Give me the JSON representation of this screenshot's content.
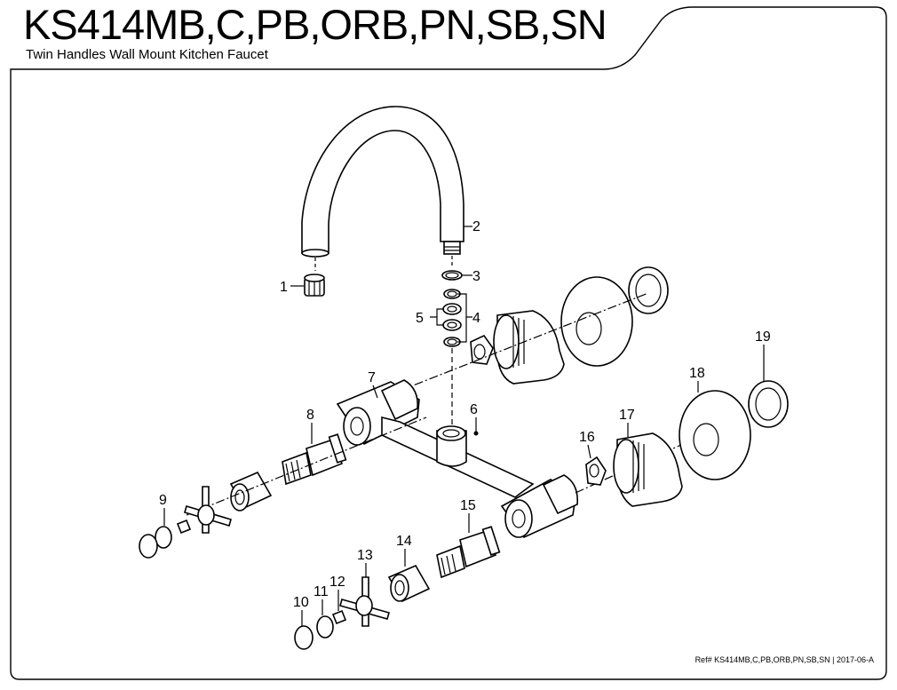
{
  "header": {
    "title": "KS414MB,C,PB,ORB,PN,SB,SN",
    "subtitle": "Twin Handles Wall Mount Kitchen Faucet"
  },
  "footer": {
    "ref": "Ref# KS414MB,C,PB,ORB,PN,SB,SN | 2017-06-A"
  },
  "callouts": [
    "1",
    "2",
    "3",
    "4",
    "5",
    "6",
    "7",
    "8",
    "9",
    "10",
    "11",
    "12",
    "13",
    "14",
    "15",
    "16",
    "17",
    "18",
    "19"
  ]
}
